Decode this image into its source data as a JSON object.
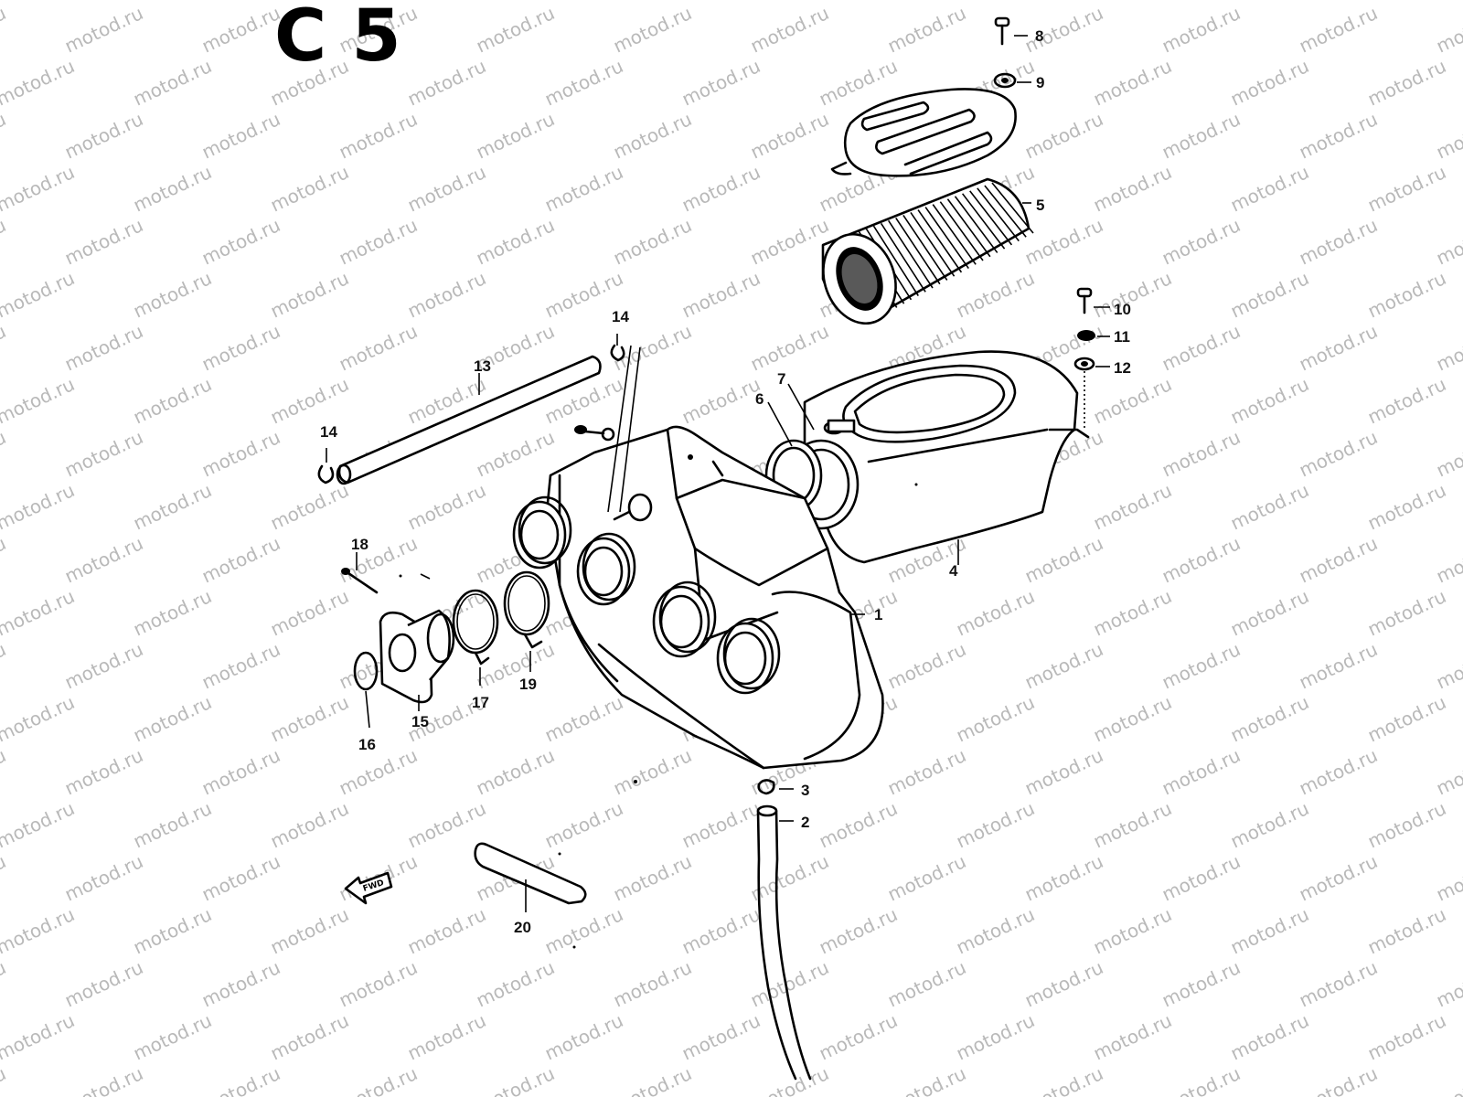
{
  "diagram_title": "C 5",
  "watermark": "motod.ru",
  "fwd_label": "FWD",
  "parts": [
    {
      "id": "1",
      "label": "1"
    },
    {
      "id": "2",
      "label": "2"
    },
    {
      "id": "3",
      "label": "3"
    },
    {
      "id": "4",
      "label": "4"
    },
    {
      "id": "5",
      "label": "5"
    },
    {
      "id": "6",
      "label": "6"
    },
    {
      "id": "7",
      "label": "7"
    },
    {
      "id": "8",
      "label": "8"
    },
    {
      "id": "9",
      "label": "9"
    },
    {
      "id": "10",
      "label": "10"
    },
    {
      "id": "11",
      "label": "11"
    },
    {
      "id": "12",
      "label": "12"
    },
    {
      "id": "13",
      "label": "13"
    },
    {
      "id": "14a",
      "label": "14"
    },
    {
      "id": "14b",
      "label": "14"
    },
    {
      "id": "15",
      "label": "15"
    },
    {
      "id": "16",
      "label": "16"
    },
    {
      "id": "17",
      "label": "17"
    },
    {
      "id": "18",
      "label": "18"
    },
    {
      "id": "19",
      "label": "19"
    },
    {
      "id": "20",
      "label": "20"
    }
  ]
}
